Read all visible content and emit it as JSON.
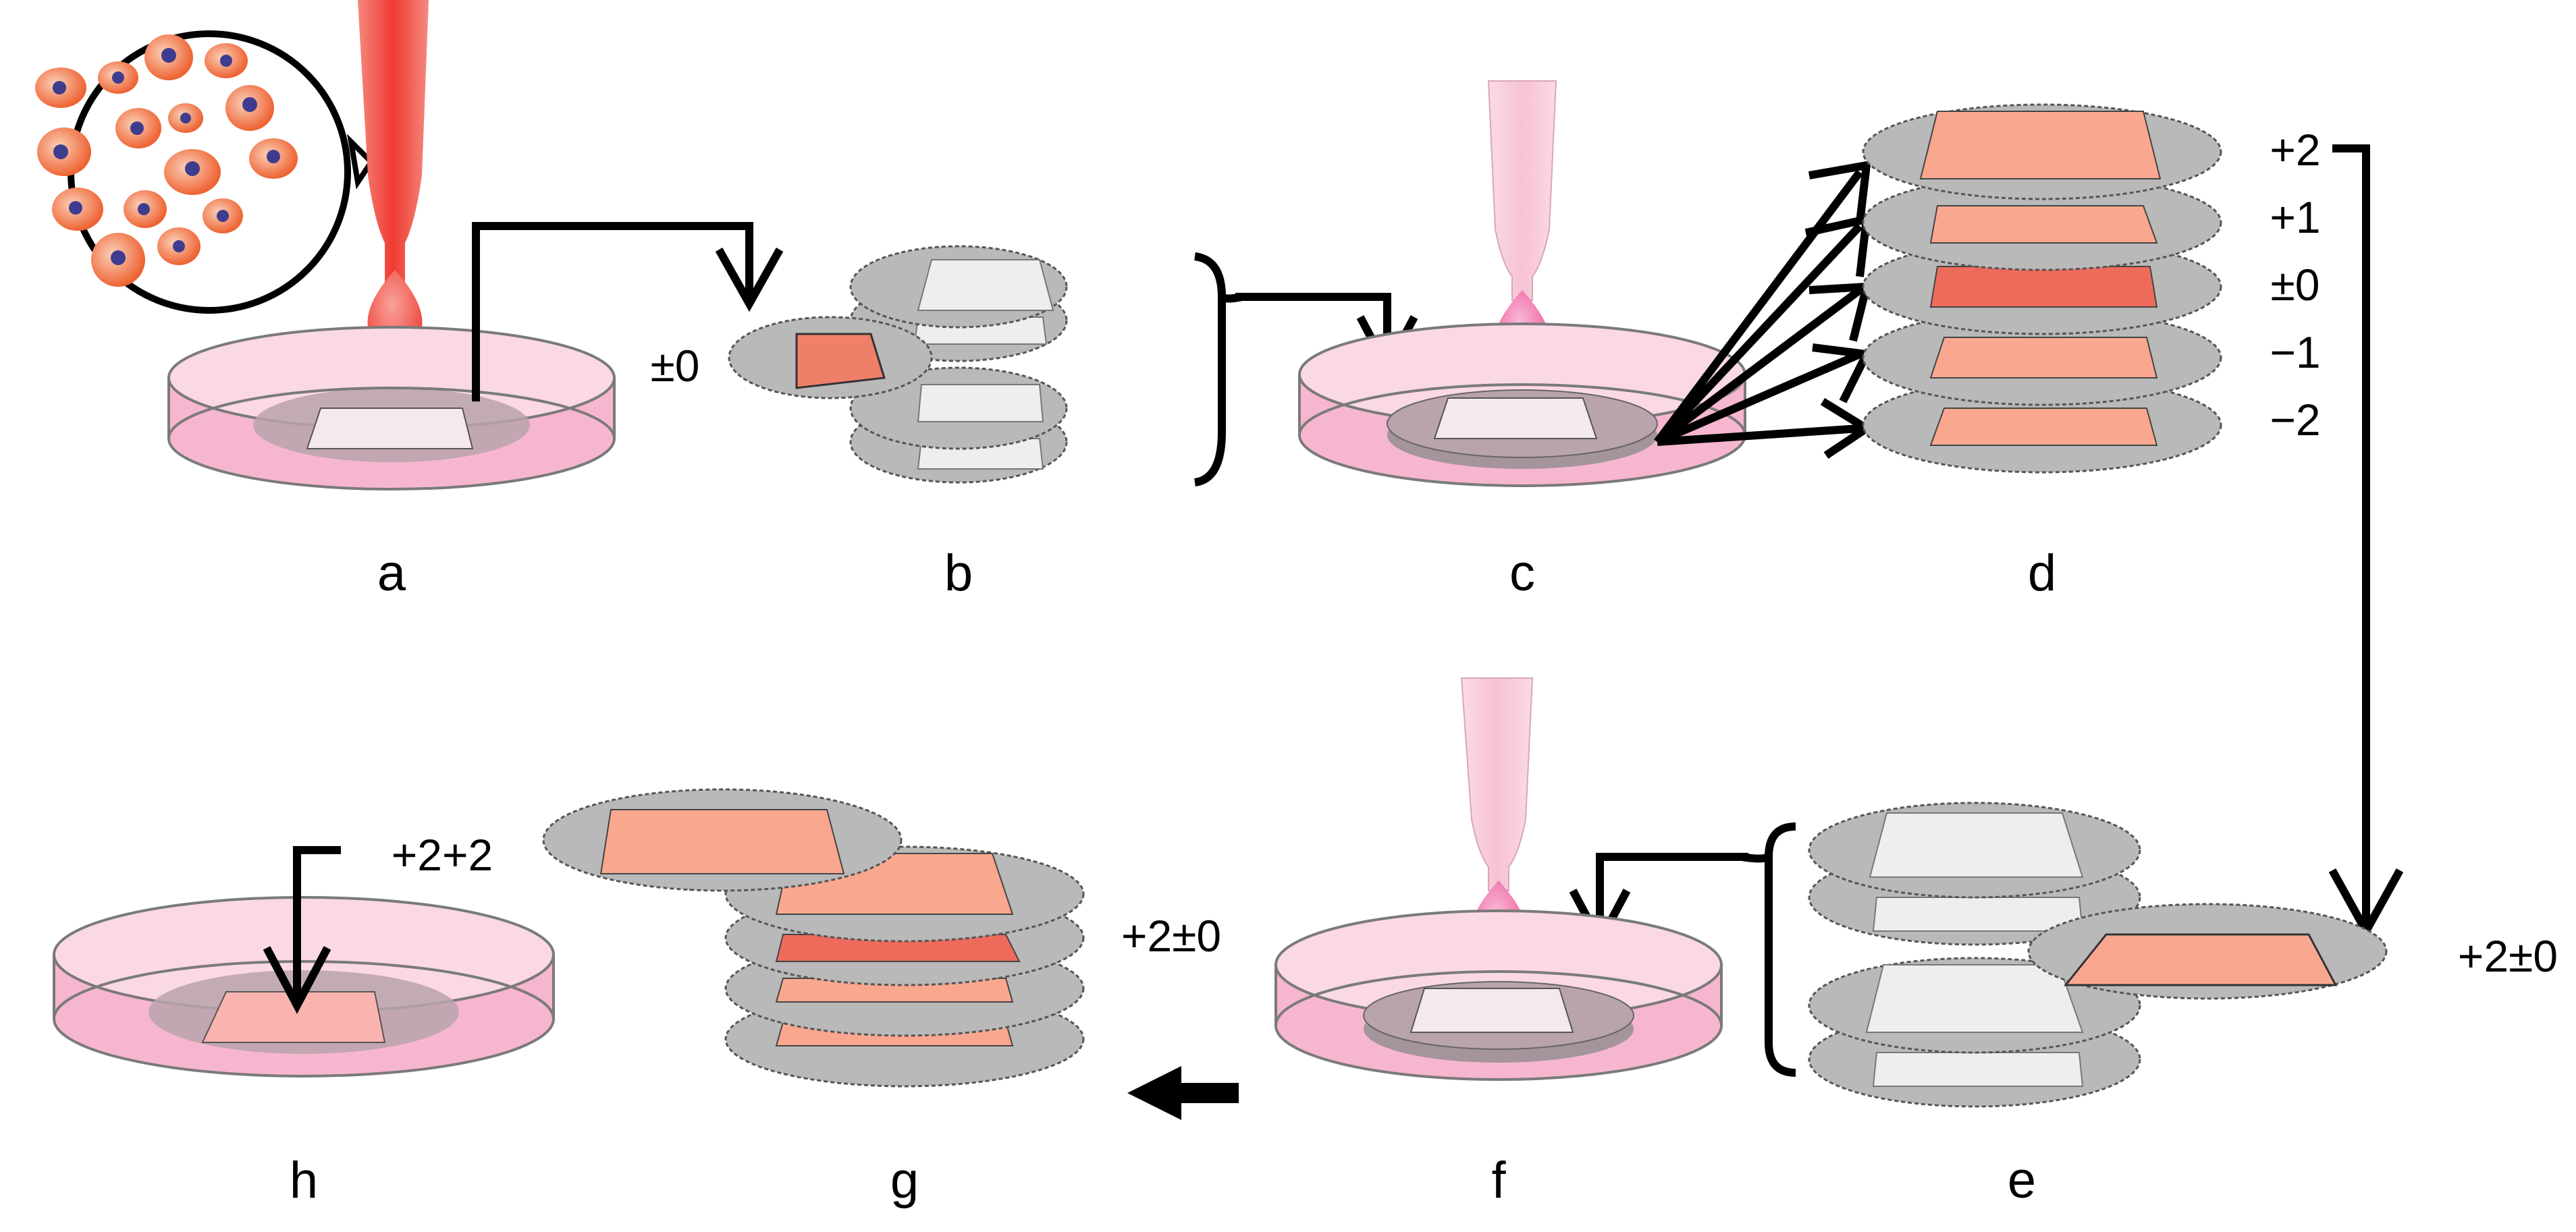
{
  "panels": {
    "a": "a",
    "b": "b",
    "c": "c",
    "d": "d",
    "e": "e",
    "f": "f",
    "g": "g",
    "h": "h"
  },
  "levels": {
    "b_label": "±0",
    "d_levels": [
      "+2",
      "+1",
      "±0",
      "−1",
      "−2"
    ],
    "e_label": "+2±0",
    "g_label": "+2±0",
    "h_label": "+2+2"
  },
  "colors": {
    "media_pink": "#f7b6cf",
    "dish_pink": "#f4a3c3",
    "pipette": "#f6c9d6",
    "pipette_red": "#ef3b32",
    "cell_orange": "#f06a3b",
    "cell_nucleus": "#3e3c8f",
    "disk_gray": "#b9b9b9",
    "sheet_white": "#eeeeee",
    "sheet_salmon": "#f9a88f",
    "sheet_coral": "#f07f6a",
    "sheet_deep": "#ee6b5b"
  }
}
